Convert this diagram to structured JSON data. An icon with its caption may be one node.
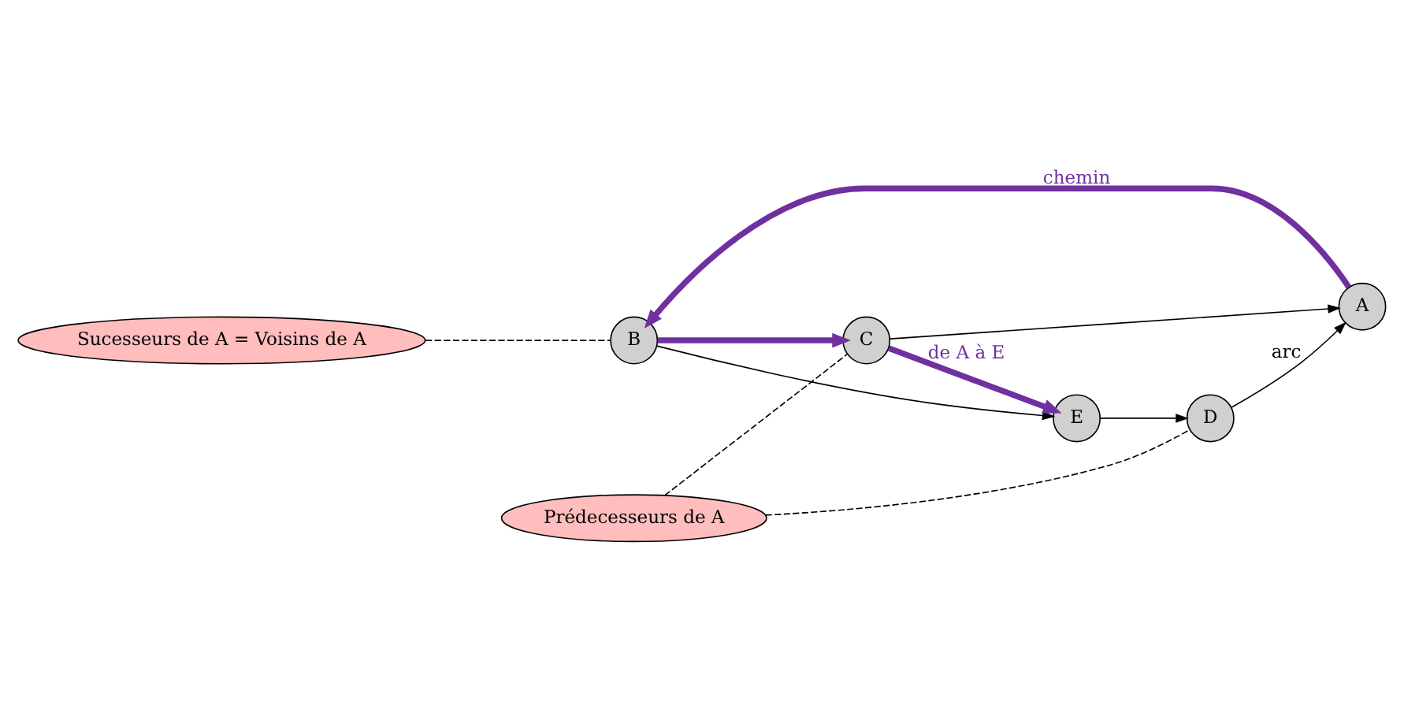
{
  "diagram": {
    "nodes": [
      {
        "text": [
          "Sucesseurs de A = Voisins de A"
        ]
      },
      {
        "text": [
          "Prédecesseurs de A"
        ]
      },
      {
        "text": [
          "A"
        ]
      },
      {
        "text": [
          "B"
        ]
      },
      {
        "text": [
          "C"
        ]
      },
      {
        "text": [
          "D"
        ]
      },
      {
        "text": [
          "E"
        ]
      }
    ],
    "edges": [
      {
        "from": 2,
        "to": 3,
        "arrow": "to",
        "label": "chemin",
        "style": "thick",
        "color": "#7030a0"
      },
      {
        "from": 3,
        "to": 4,
        "arrow": "to",
        "style": "thick",
        "color": "#7030a0"
      },
      {
        "from": 4,
        "to": 6,
        "arrow": "to",
        "label": "de A à E",
        "style": "thick",
        "color": "#7030a0"
      },
      {
        "from": 3,
        "to": 6,
        "arrow": "to"
      },
      {
        "from": 4,
        "to": 2,
        "arrow": "to"
      },
      {
        "from": 5,
        "to": 2,
        "arrow": "to",
        "label": "arc"
      },
      {
        "from": 6,
        "to": 5,
        "arrow": "to"
      },
      {
        "from": 0,
        "to": 3,
        "arrow": "none",
        "style": "dashed"
      },
      {
        "from": 1,
        "to": 4,
        "arrow": "none",
        "style": "dashed"
      },
      {
        "from": 1,
        "to": 5,
        "arrow": "none",
        "style": "dashed"
      }
    ]
  }
}
